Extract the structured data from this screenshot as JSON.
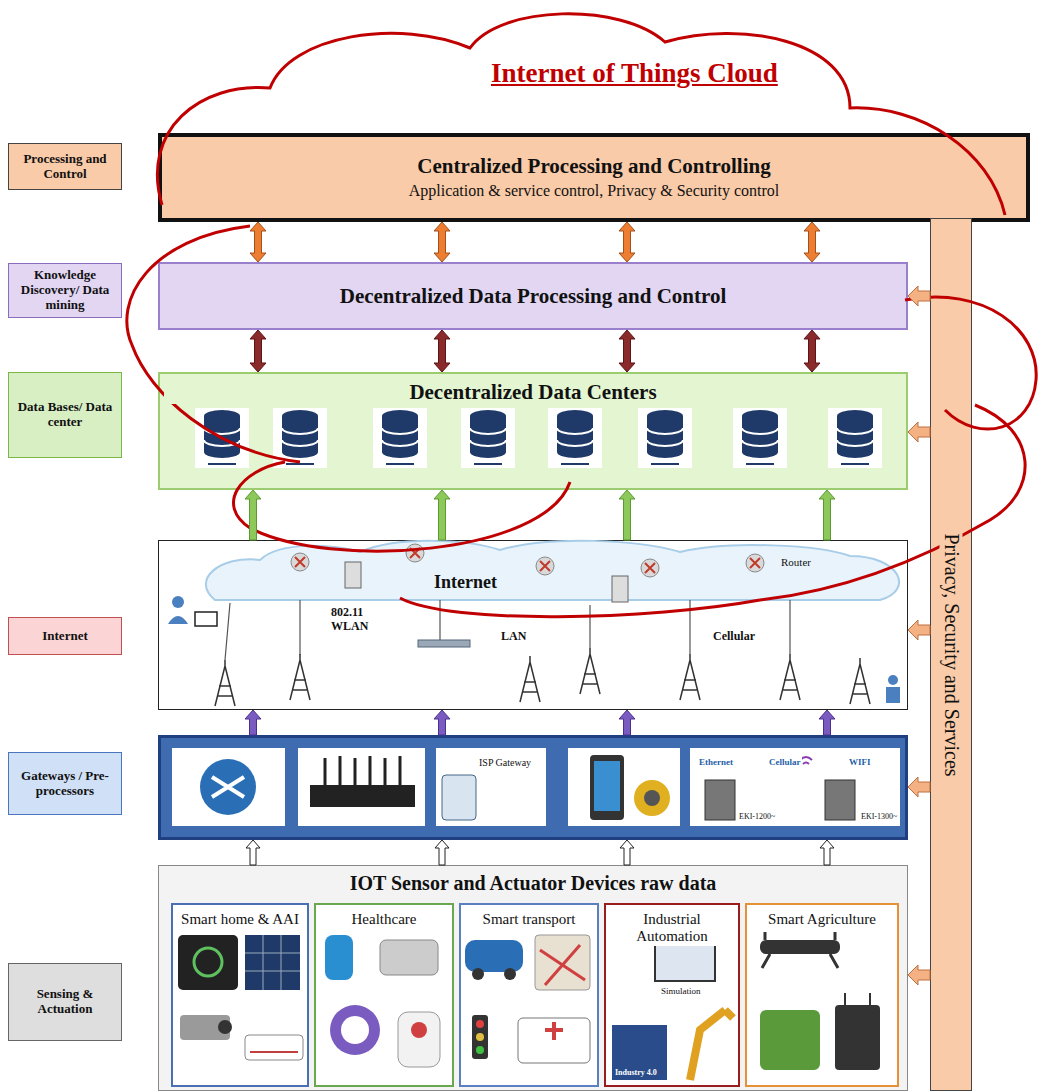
{
  "diagram": {
    "title": "Internet of Things Cloud",
    "nodes": [
      {
        "text": [
          "Processing and Control"
        ]
      },
      {
        "text": [
          "Centralized Processing and Controlling",
          "Application & service control, Privacy & Security control"
        ]
      },
      {
        "text": [
          "Knowledge Discovery/ Data mining"
        ]
      },
      {
        "text": [
          "Decentralized Data Processing and Control"
        ]
      },
      {
        "text": [
          "Data Bases/ Data center"
        ]
      },
      {
        "text": [
          "Decentralized Data Centers"
        ]
      },
      {
        "text": [
          "Internet"
        ]
      },
      {
        "text": [
          "Internet",
          "Router",
          "802.11 WLAN",
          "LAN",
          "Cellular"
        ]
      },
      {
        "text": [
          "Gateways / Pre-processors"
        ]
      },
      {
        "text": [
          "ISP Gateway",
          "Ethernet",
          "Cellular",
          "WIFI",
          "EKI-1200~",
          "EKI-1300~"
        ]
      },
      {
        "text": [
          "Sensing & Actuation"
        ]
      },
      {
        "text": [
          "IOT Sensor and Actuator Devices raw data"
        ]
      },
      {
        "text": [
          "Smart home & AAI"
        ],
        "in": 11
      },
      {
        "text": [
          "Healthcare"
        ],
        "in": 11
      },
      {
        "text": [
          "Smart transport"
        ],
        "in": 11
      },
      {
        "text": [
          "Industrial Automation",
          "Simulation",
          "Industry 4.0"
        ],
        "in": 11
      },
      {
        "text": [
          "Smart Agriculture"
        ],
        "in": 11
      },
      {
        "text": [
          "Privacy, Security and Services"
        ]
      }
    ],
    "edges": [
      {
        "from": 1,
        "to": 3,
        "arrow": "both"
      },
      {
        "from": 1,
        "to": 3,
        "arrow": "both"
      },
      {
        "from": 1,
        "to": 3,
        "arrow": "both"
      },
      {
        "from": 1,
        "to": 3,
        "arrow": "both"
      },
      {
        "from": 3,
        "to": 5,
        "arrow": "both"
      },
      {
        "from": 3,
        "to": 5,
        "arrow": "both"
      },
      {
        "from": 3,
        "to": 5,
        "arrow": "both"
      },
      {
        "from": 3,
        "to": 5,
        "arrow": "both"
      },
      {
        "from": 7,
        "to": 5,
        "arrow": "to"
      },
      {
        "from": 7,
        "to": 5,
        "arrow": "to"
      },
      {
        "from": 7,
        "to": 5,
        "arrow": "to"
      },
      {
        "from": 7,
        "to": 5,
        "arrow": "to"
      },
      {
        "from": 9,
        "to": 7,
        "arrow": "to"
      },
      {
        "from": 9,
        "to": 7,
        "arrow": "to"
      },
      {
        "from": 9,
        "to": 7,
        "arrow": "to"
      },
      {
        "from": 9,
        "to": 7,
        "arrow": "to"
      },
      {
        "from": 11,
        "to": 9,
        "arrow": "to"
      },
      {
        "from": 11,
        "to": 9,
        "arrow": "to"
      },
      {
        "from": 11,
        "to": 9,
        "arrow": "to"
      },
      {
        "from": 11,
        "to": 9,
        "arrow": "to"
      },
      {
        "from": 17,
        "to": 3,
        "arrow": "to"
      },
      {
        "from": 17,
        "to": 5,
        "arrow": "to"
      },
      {
        "from": 17,
        "to": 7,
        "arrow": "to"
      },
      {
        "from": 17,
        "to": 9,
        "arrow": "to"
      },
      {
        "from": 17,
        "to": 11,
        "arrow": "to"
      }
    ]
  }
}
